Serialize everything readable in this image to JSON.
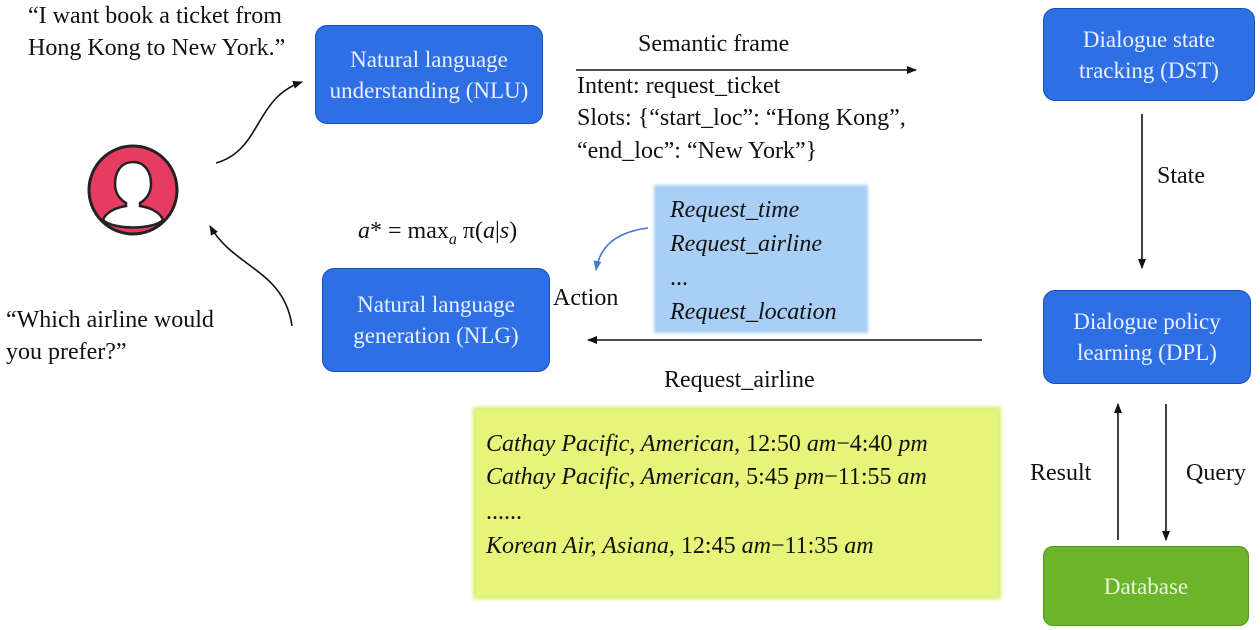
{
  "user_quote_top": "“I want book a ticket from Hong Kong to New York.”",
  "user_quote_bottom": "“Which airline would you prefer?”",
  "nlu_box": "Natural language understanding (NLU)",
  "dst_box": "Dialogue state tracking (DST)",
  "dpl_box": "Dialogue policy learning (DPL)",
  "nlg_box": "Natural language generation (NLG)",
  "database_box": "Database",
  "semantic_frame_label": "Semantic frame",
  "intent_line": "Intent: request_ticket",
  "slots_line1": "Slots: {“start_loc”: “Hong Kong”,",
  "slots_line2": "“end_loc”: “New York”}",
  "state_label": "State",
  "action_label": "Action",
  "policy_formula": {
    "lhs": "a",
    "star_eq": "* = max",
    "sub": "a",
    "pi": " π(",
    "a": "a",
    "bar": "|",
    "s": "s",
    "close": ")"
  },
  "actions_list": [
    "Request_time",
    "Request_airline",
    "...",
    "Request_location"
  ],
  "request_airline_label": "Request_airline",
  "result_label": "Result",
  "query_label": "Query",
  "db_results": [
    {
      "italic": "Cathay Pacific, American",
      "time1": ", 12:50 ",
      "ampm1": "am",
      "dash": "−4:40 ",
      "ampm2": "pm"
    },
    {
      "italic": "Cathay Pacific, American",
      "time1": ", 5:45 ",
      "ampm1": "pm",
      "dash": "−11:55 ",
      "ampm2": "am"
    },
    {
      "plain": "......"
    },
    {
      "italic": "Korean Air, Asiana",
      "time1": ", 12:45 ",
      "ampm1": "am",
      "dash": "−11:35 ",
      "ampm2": "am"
    }
  ],
  "colors": {
    "box_blue": "#2f6fe6",
    "database_green": "#6cb42a",
    "note_blue": "#a9cff6",
    "note_yellow": "#e6f47a",
    "avatar_red": "#e63c62"
  }
}
